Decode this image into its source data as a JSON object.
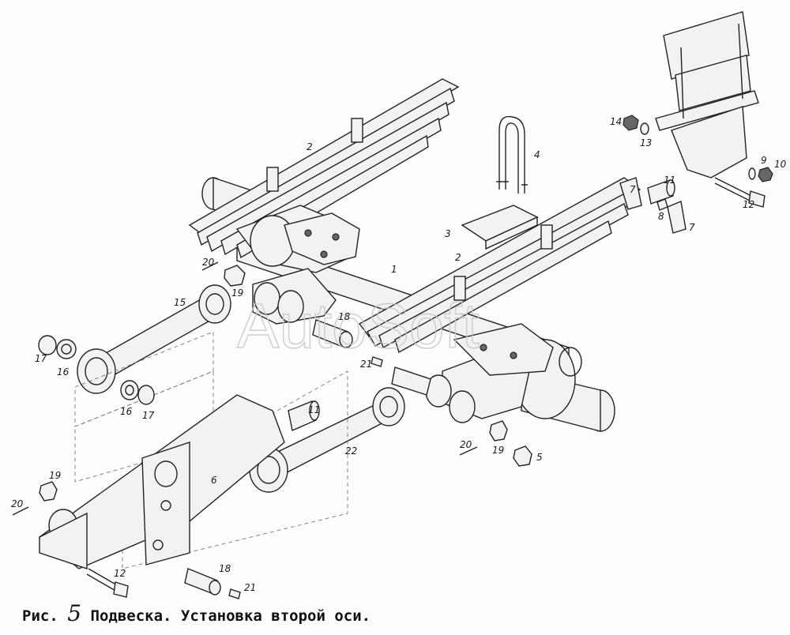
{
  "watermark": "AutoSoft",
  "caption": {
    "prefix": "Рис.",
    "number": "5",
    "text": "Подвеска. Установка второй оси."
  },
  "callouts": {
    "p1": "1",
    "p2a": "2",
    "p2b": "2",
    "p3": "3",
    "p4": "4",
    "p5": "5",
    "p6": "6",
    "p7a": "7",
    "p7b": "7",
    "p8": "8",
    "p9": "9",
    "p10": "10",
    "p11a": "11",
    "p11b": "11",
    "p12a": "12",
    "p12b": "12",
    "p13": "13",
    "p14": "14",
    "p15": "15",
    "p16a": "16",
    "p16b": "16",
    "p17a": "17",
    "p17b": "17",
    "p18a": "18",
    "p18b": "18",
    "p19a": "19",
    "p19b": "19",
    "p19c": "19",
    "p20a": "20",
    "p20b": "20",
    "p20c": "20",
    "p21a": "21",
    "p21b": "21",
    "p22": "22"
  }
}
